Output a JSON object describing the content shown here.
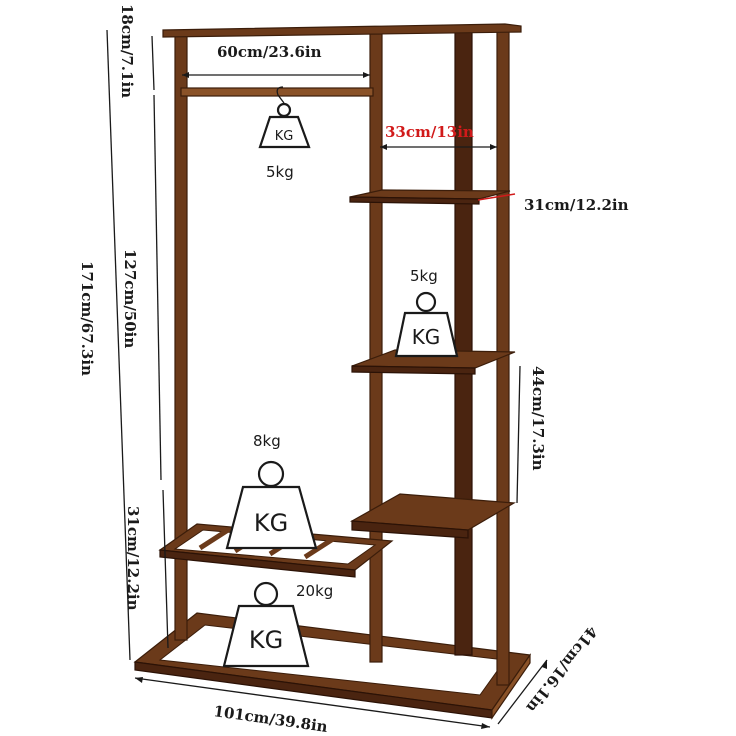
{
  "dimensions": {
    "top_bar_width": "60cm/23.6in",
    "top_height": "18cm/7.1in",
    "total_height": "171cm/67.3in",
    "hanging_height": "127cm/50in",
    "shelf_width": "33cm/13in",
    "shelf_depth": "31cm/12.2in",
    "shelf_gap": "44cm/17.3in",
    "bottom_shelf_height": "31cm/12.2in",
    "total_width": "101cm/39.8in",
    "total_depth": "41cm/16.1in"
  },
  "weights": {
    "hanger": "5kg",
    "shelf": "5kg",
    "lower_shelf": "8kg",
    "base": "20kg"
  },
  "weight_symbol": "KG",
  "colors": {
    "wood": "#6b3a1a",
    "accent": "#d11a1a"
  }
}
